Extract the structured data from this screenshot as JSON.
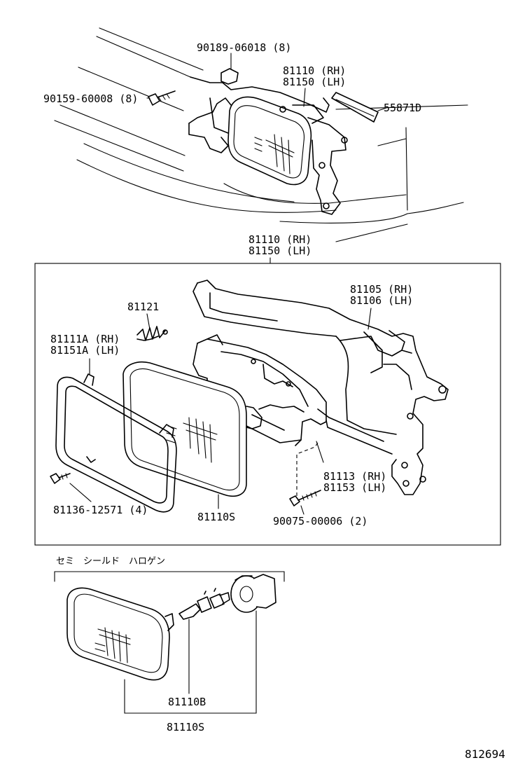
{
  "labels": {
    "clip_part": "90189-06018 (8)",
    "screw_top": "90159-60008 (8)",
    "assy_top_rh": "81110 (RH)",
    "assy_top_lh": "81150 (LH)",
    "seal": "55871D",
    "assy_box_rh": "81110 (RH)",
    "assy_box_lh": "81150 (LH)",
    "housing_rh": "81105 (RH)",
    "housing_lh": "81106 (LH)",
    "spring": "81121",
    "rim_rh": "81111A (RH)",
    "rim_lh": "81151A (LH)",
    "mount_rh": "81113 (RH)",
    "mount_lh": "81153 (LH)",
    "rim_screw": "81136-12571 (4)",
    "unit_sealed": "81110S",
    "adj_screw": "90075-00006 (2)",
    "semi_sealed_caption": "セミ　シールド　ハロゲン",
    "bulb": "81110B",
    "unit_semi": "81110S",
    "diagram_id": "812694"
  },
  "colors": {
    "line": "#000000",
    "background": "#ffffff"
  }
}
